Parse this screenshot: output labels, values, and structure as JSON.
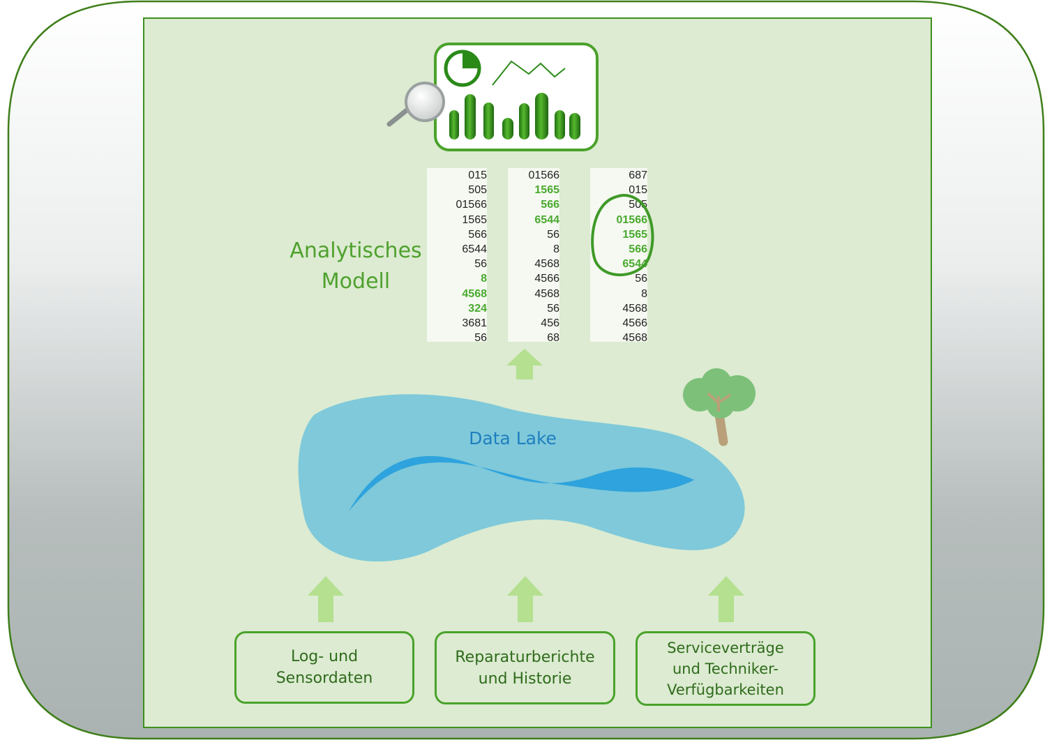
{
  "diagram": {
    "title_line1": "Analytisches",
    "title_line2": "Modell",
    "lake_label": "Data Lake",
    "sources": [
      {
        "label": "Log- und\nSensordaten"
      },
      {
        "label": "Reparaturberichte\nund Historie"
      },
      {
        "label": "Serviceverträge\nund Techniker-\nVerfügbarkeiten"
      }
    ],
    "number_columns": [
      {
        "numbers": [
          "015",
          "505",
          "01566",
          "1565",
          "566",
          "6544",
          "56",
          "8",
          "4568",
          "324",
          "3681",
          "56"
        ],
        "highlighted": [
          "8",
          "4568",
          "324"
        ]
      },
      {
        "numbers": [
          "01566",
          "1565",
          "566",
          "6544",
          "56",
          "8",
          "4568",
          "4566",
          "4568",
          "56",
          "456",
          "68"
        ],
        "highlighted": [
          "1565",
          "566",
          "6544"
        ]
      },
      {
        "numbers": [
          "687",
          "015",
          "505",
          "01566",
          "1565",
          "566",
          "6544",
          "56",
          "8",
          "4568",
          "4566",
          "4568"
        ],
        "highlighted": [
          "01566",
          "1565",
          "566",
          "6544"
        ]
      }
    ],
    "colors": {
      "panel_bg": "#dcebd1",
      "accent_green": "#4aa22b",
      "title_green": "#4fa12e",
      "lake": "#7fc9da",
      "wave": "#2ea3dd",
      "lake_text": "#1f7fc0",
      "arrow": "#b4e08f",
      "frame_border": "#3f7f1a"
    },
    "icons": [
      "dashboard-icon",
      "pie-chart-icon",
      "line-chart-icon",
      "bar-chart-icon",
      "magnifier-icon",
      "tree-icon",
      "arrow-up-icon"
    ]
  }
}
